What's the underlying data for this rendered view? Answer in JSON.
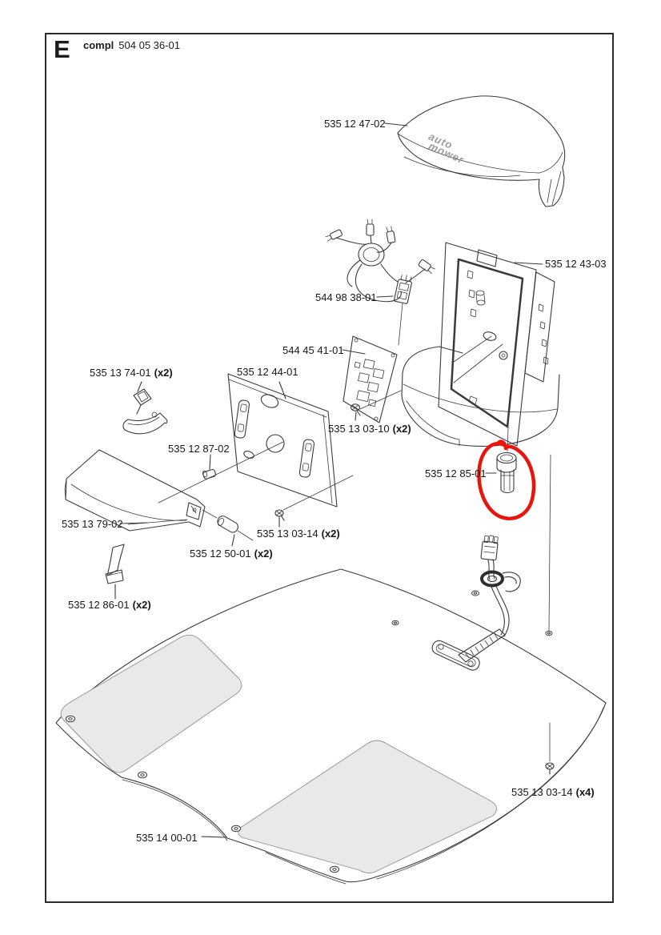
{
  "page": {
    "section_letter": "E",
    "assembly_label": "compl",
    "assembly_number": "504 05 36-01"
  },
  "cover_logo": {
    "line1": "auto",
    "line2": "mower"
  },
  "highlight": {
    "color": "#e8150d",
    "part_number": "535 12 85-01"
  },
  "parts": {
    "top_cover": {
      "number": "535 12 47-02",
      "qty": ""
    },
    "rear_frame": {
      "number": "535 12 43-03",
      "qty": ""
    },
    "wiring_harness": {
      "number": "544 98 38-01",
      "qty": ""
    },
    "circuit_board": {
      "number": "544 45 41-01",
      "qty": ""
    },
    "mounting_plate": {
      "number": "535 12 44-01",
      "qty": ""
    },
    "bracket": {
      "number": "535 13 74-01",
      "qty": "(x2)"
    },
    "screw_03_10": {
      "number": "535 13 03-10",
      "qty": "(x2)"
    },
    "pin_87": {
      "number": "535 12 87-02",
      "qty": ""
    },
    "button": {
      "number": "535 12 85-01",
      "qty": ""
    },
    "hatch_cover": {
      "number": "535 13 79-02",
      "qty": ""
    },
    "screw_03_14_a": {
      "number": "535 13 03-14",
      "qty": "(x2)"
    },
    "pin_50": {
      "number": "535 12 50-01",
      "qty": "(x2)"
    },
    "strip": {
      "number": "535 12 86-01",
      "qty": "(x2)"
    },
    "screw_03_14_b": {
      "number": "535 13 03-14",
      "qty": "(x4)"
    },
    "chassis_plate": {
      "number": "535 14 00-01",
      "qty": ""
    }
  }
}
